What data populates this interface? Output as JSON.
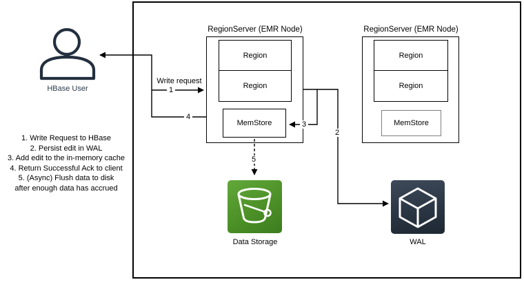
{
  "diagram": {
    "user": {
      "label": "HBase User"
    },
    "steps": [
      "1. Write Request to HBase",
      "2. Persist edit in WAL",
      "3. Add edit to the in-memory cache",
      "4. Return Successful Ack to client",
      "5. (Async) Flush data to disk",
      "after enough data has accrued"
    ],
    "region_servers": [
      {
        "title": "RegionServer (EMR Node)",
        "regions": [
          "Region",
          "Region"
        ],
        "memstore": "MemStore"
      },
      {
        "title": "RegionServer (EMR Node)",
        "regions": [
          "Region",
          "Region"
        ],
        "memstore": "MemStore"
      }
    ],
    "storage": {
      "label": "Data Storage"
    },
    "wal": {
      "label": "WAL"
    },
    "edges": {
      "write_request": "Write request",
      "step1": "1",
      "step2": "2",
      "step3": "3",
      "step4": "4",
      "step5": "5"
    },
    "colors": {
      "user_icon": "#232f3e",
      "storage_icon_green": "#3f8624",
      "wal_icon_dark": "#232f3e",
      "line": "#000000"
    }
  }
}
